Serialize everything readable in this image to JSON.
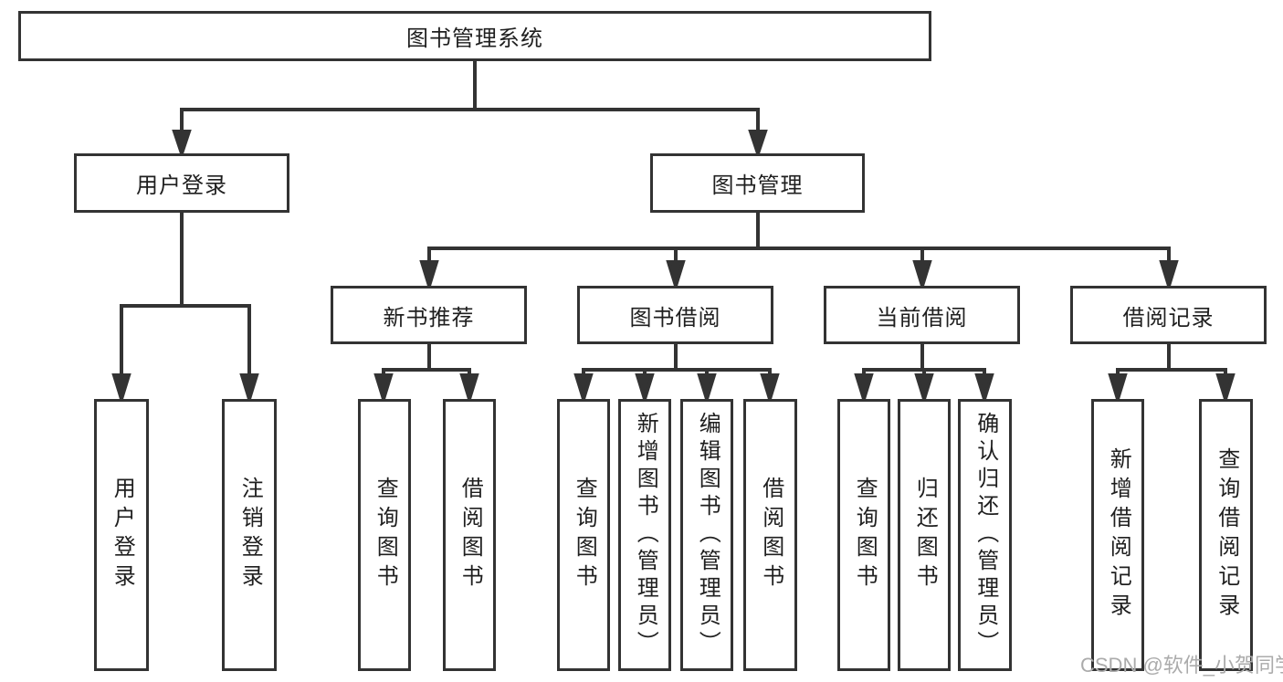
{
  "diagram": {
    "root": {
      "label": "图书管理系统"
    },
    "level1": [
      {
        "label": "用户登录",
        "children": [
          {
            "label": "用户登录"
          },
          {
            "label": "注销登录"
          }
        ]
      },
      {
        "label": "图书管理",
        "children": [
          {
            "label": "新书推荐",
            "children": [
              {
                "label": "查询图书"
              },
              {
                "label": "借阅图书"
              }
            ]
          },
          {
            "label": "图书借阅",
            "children": [
              {
                "label": "查询图书"
              },
              {
                "label": "新增图书（管理员）"
              },
              {
                "label": "编辑图书（管理员）"
              },
              {
                "label": "借阅图书"
              }
            ]
          },
          {
            "label": "当前借阅",
            "children": [
              {
                "label": "查询图书"
              },
              {
                "label": "归还图书"
              },
              {
                "label": "确认归还（管理员）"
              }
            ]
          },
          {
            "label": "借阅记录",
            "children": [
              {
                "label": "新增借阅记录"
              },
              {
                "label": "查询借阅记录"
              }
            ]
          }
        ]
      }
    ]
  },
  "watermark": {
    "text": "CSDN @软件_小贺同学"
  },
  "colors": {
    "line": "#333333",
    "text": "#1f1f1f",
    "watermark": "#ababab",
    "background": "#ffffff"
  }
}
